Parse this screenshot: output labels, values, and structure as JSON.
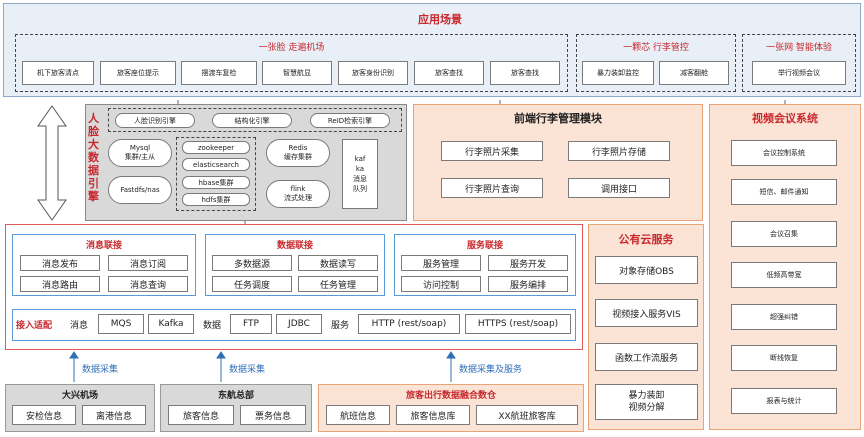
{
  "app_scene": {
    "title": "应用场景",
    "groups": [
      {
        "title": "一张脸 走遍机场",
        "items": [
          "机下旅客清点",
          "旅客座位提示",
          "摆渡车复检",
          "智慧航显",
          "旅客身份识别",
          "旅客查找",
          "旅客查找"
        ]
      },
      {
        "title": "一颗芯 行李管控",
        "items": [
          "暴力装卸监控",
          "减客翻舱"
        ]
      },
      {
        "title": "一张网 智能体验",
        "items": [
          "举行视频会议"
        ]
      }
    ]
  },
  "face_engine": {
    "label": "人脸大数据引擎",
    "top_row": [
      "人脸识别引擎",
      "结构化引擎",
      "ReID检索引擎"
    ],
    "mysql": "Mysql\n集群/主从",
    "fastdfs": "Fastdfs/nas",
    "middle_col": [
      "zookeeper",
      "elasticsearch",
      "hbase集群",
      "hdfs集群"
    ],
    "redis": "Redis\n缓存集群",
    "flink": "flink\n流式处理",
    "kafka": "kaf\nka\n消息\n队列"
  },
  "luggage": {
    "title": "前端行李管理模块",
    "items": [
      "行李照片采集",
      "行李照片存储",
      "行李照片查询",
      "调用接口"
    ]
  },
  "video_conf": {
    "title": "视频会议系统",
    "items": [
      "会议控制系统",
      "短信、邮件通知",
      "会议召集",
      "低频高带宽",
      "超强纠错",
      "断线恢复",
      "报表与统计"
    ]
  },
  "public_cloud": {
    "title": "公有云服务",
    "items": [
      "对象存储OBS",
      "视频接入服务VIS",
      "函数工作流服务",
      "暴力装卸\n视频分解"
    ]
  },
  "connect": {
    "message": {
      "title": "消息联接",
      "items": [
        "消息发布",
        "消息订阅",
        "消息路由",
        "消息查询"
      ]
    },
    "data": {
      "title": "数据联接",
      "items": [
        "多数据源",
        "数据读写",
        "任务调度",
        "任务管理"
      ]
    },
    "service": {
      "title": "服务联接",
      "items": [
        "服务管理",
        "服务开发",
        "访问控制",
        "服务编排"
      ]
    }
  },
  "adapter": {
    "label": "接入适配",
    "message": {
      "label": "消息",
      "items": [
        "MQS",
        "Kafka"
      ]
    },
    "data": {
      "label": "数据",
      "items": [
        "FTP",
        "JDBC"
      ]
    },
    "service": {
      "label": "服务",
      "items": [
        "HTTP (rest/soap)",
        "HTTPS (rest/soap)"
      ]
    }
  },
  "arrows": {
    "collect1": "数据采集",
    "collect2": "数据采集",
    "collect3": "数据采集及服务"
  },
  "sources": {
    "daxing": {
      "title": "大兴机场",
      "items": [
        "安检信息",
        "离港信息"
      ]
    },
    "donghang": {
      "title": "东航总部",
      "items": [
        "旅客信息",
        "票务信息"
      ]
    },
    "fusion": {
      "title": "旅客出行数据融合数仓",
      "items": [
        "航班信息",
        "旅客信息库",
        "XX航班旅客库"
      ]
    }
  }
}
